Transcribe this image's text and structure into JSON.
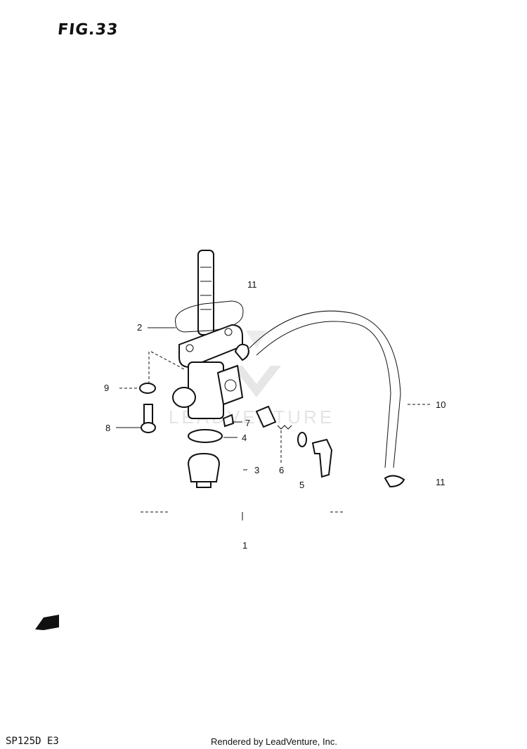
{
  "figure": {
    "title": "FIG.33"
  },
  "footer": {
    "model": "SP125D E3",
    "credit": "Rendered by LeadVenture, Inc."
  },
  "watermark": {
    "text": "LEADVENTURE"
  },
  "callouts": {
    "c1": "1",
    "c2": "2",
    "c3": "3",
    "c4": "4",
    "c5": "5",
    "c6": "6",
    "c7": "7",
    "c8": "8",
    "c9": "9",
    "c10": "10",
    "c11_top": "11",
    "c11_bottom": "11"
  },
  "icons": {
    "front_arrow": "front-arrow-icon"
  },
  "colors": {
    "ink": "#111111",
    "paper": "#ffffff",
    "watermark": "#e4e4e4"
  }
}
